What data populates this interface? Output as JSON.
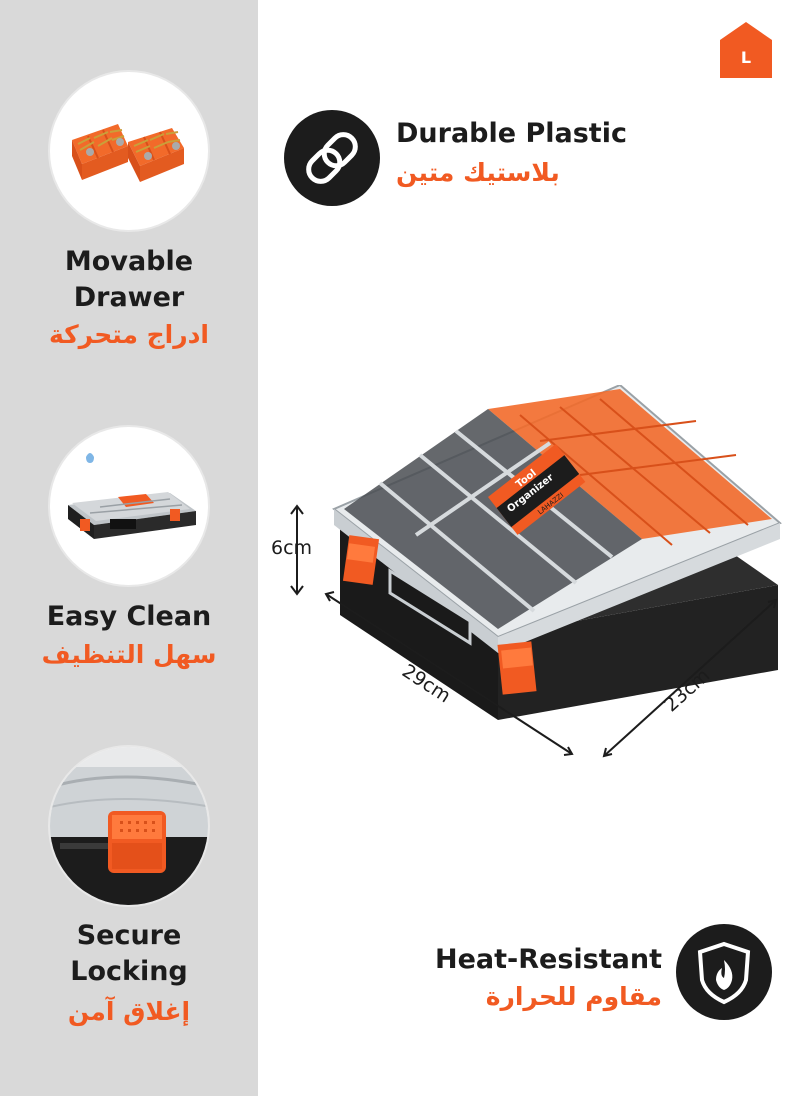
{
  "brand": {
    "logo_letter": "L",
    "accent_color": "#f15a22",
    "dark_color": "#1c1c1c"
  },
  "sidebar": {
    "features": [
      {
        "title": "Movable\nDrawer",
        "title_ar": "ادراج متحركة",
        "icon": "drawer-icon"
      },
      {
        "title": "Easy Clean",
        "title_ar": "سهل التنظيف",
        "icon": "toolbox-icon"
      },
      {
        "title": "Secure\nLocking",
        "title_ar": "إغلاق آمن",
        "icon": "latch-icon"
      }
    ]
  },
  "badges": {
    "durable": {
      "title": "Durable Plastic",
      "title_ar": "بلاستيك متين",
      "icon": "link-icon"
    },
    "heat": {
      "title": "Heat-Resistant",
      "title_ar": "مقاوم للحرارة",
      "icon": "fire-shield-icon"
    }
  },
  "product": {
    "dimensions": {
      "height": "6cm",
      "length": "29cm",
      "width": "23cm"
    },
    "label": {
      "line1": "Tool",
      "line2": "Organizer",
      "brand": "LAHAZZI"
    }
  }
}
